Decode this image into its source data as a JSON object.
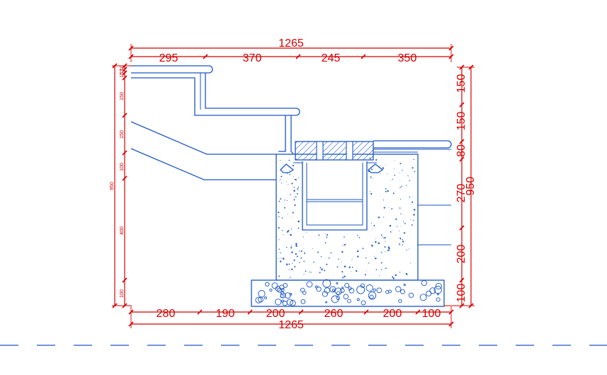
{
  "colors": {
    "dimension": "#d40000",
    "structure": "#1a56c4",
    "background": "#ffffff"
  },
  "top": {
    "overall": "1265",
    "segments": [
      "295",
      "370",
      "245",
      "350"
    ]
  },
  "bottom": {
    "overall": "1265",
    "segments": [
      "280",
      "190",
      "200",
      "260",
      "200",
      "100"
    ]
  },
  "right": {
    "overall": "950",
    "segments": [
      "150",
      "150",
      "80",
      "270",
      "200",
      "100"
    ]
  },
  "left": {
    "overall": "950",
    "top_small": [
      "10",
      "15",
      "15"
    ],
    "segments": [
      "150",
      "150",
      "100",
      "400",
      "100"
    ]
  }
}
